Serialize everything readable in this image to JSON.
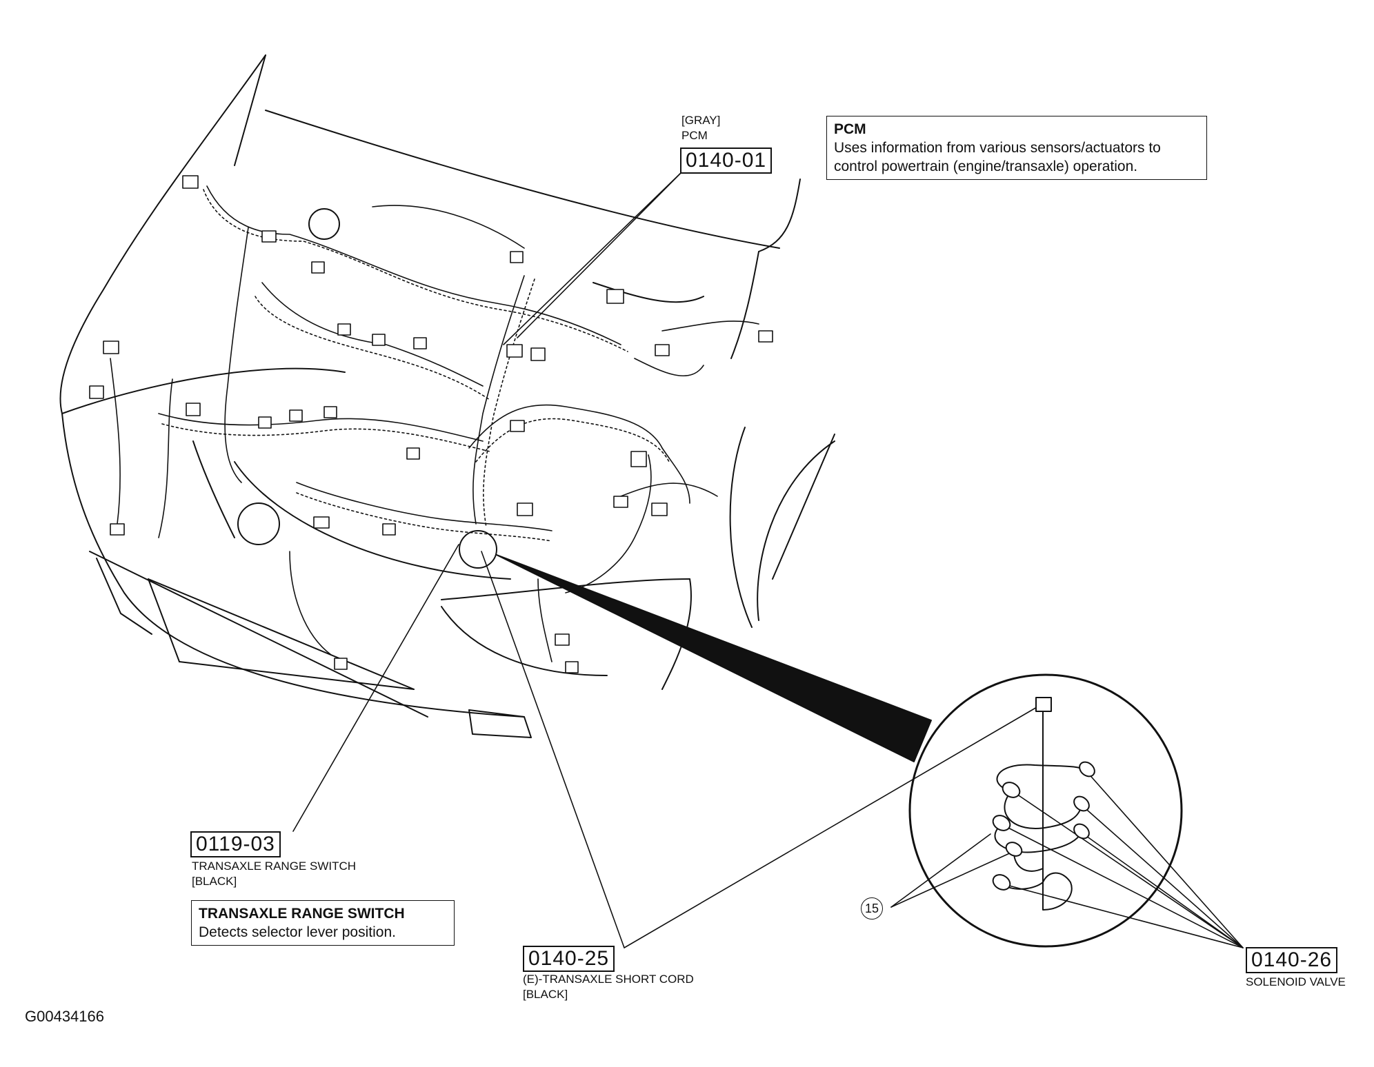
{
  "pcm_callout": {
    "color_note": "[GRAY]",
    "name": "PCM",
    "code": "0140-01"
  },
  "pcm_info": {
    "title": "PCM",
    "line1": "Uses information from various sensors/actuators to",
    "line2": "control powertrain (engine/transaxle) operation."
  },
  "trs_callout": {
    "code": "0119-03",
    "name": "TRANSAXLE RANGE SWITCH",
    "color_note": "[BLACK]"
  },
  "trs_info": {
    "title": "TRANSAXLE RANGE SWITCH",
    "desc": "Detects selector lever position."
  },
  "short_cord_callout": {
    "code": "0140-25",
    "name": "(E)-TRANSAXLE SHORT CORD",
    "color_note": "[BLACK]"
  },
  "solenoid_callout": {
    "code": "0140-26",
    "name": "SOLENOID VALVE"
  },
  "detail_ref": {
    "number": "15"
  },
  "figure_id": "G00434166"
}
